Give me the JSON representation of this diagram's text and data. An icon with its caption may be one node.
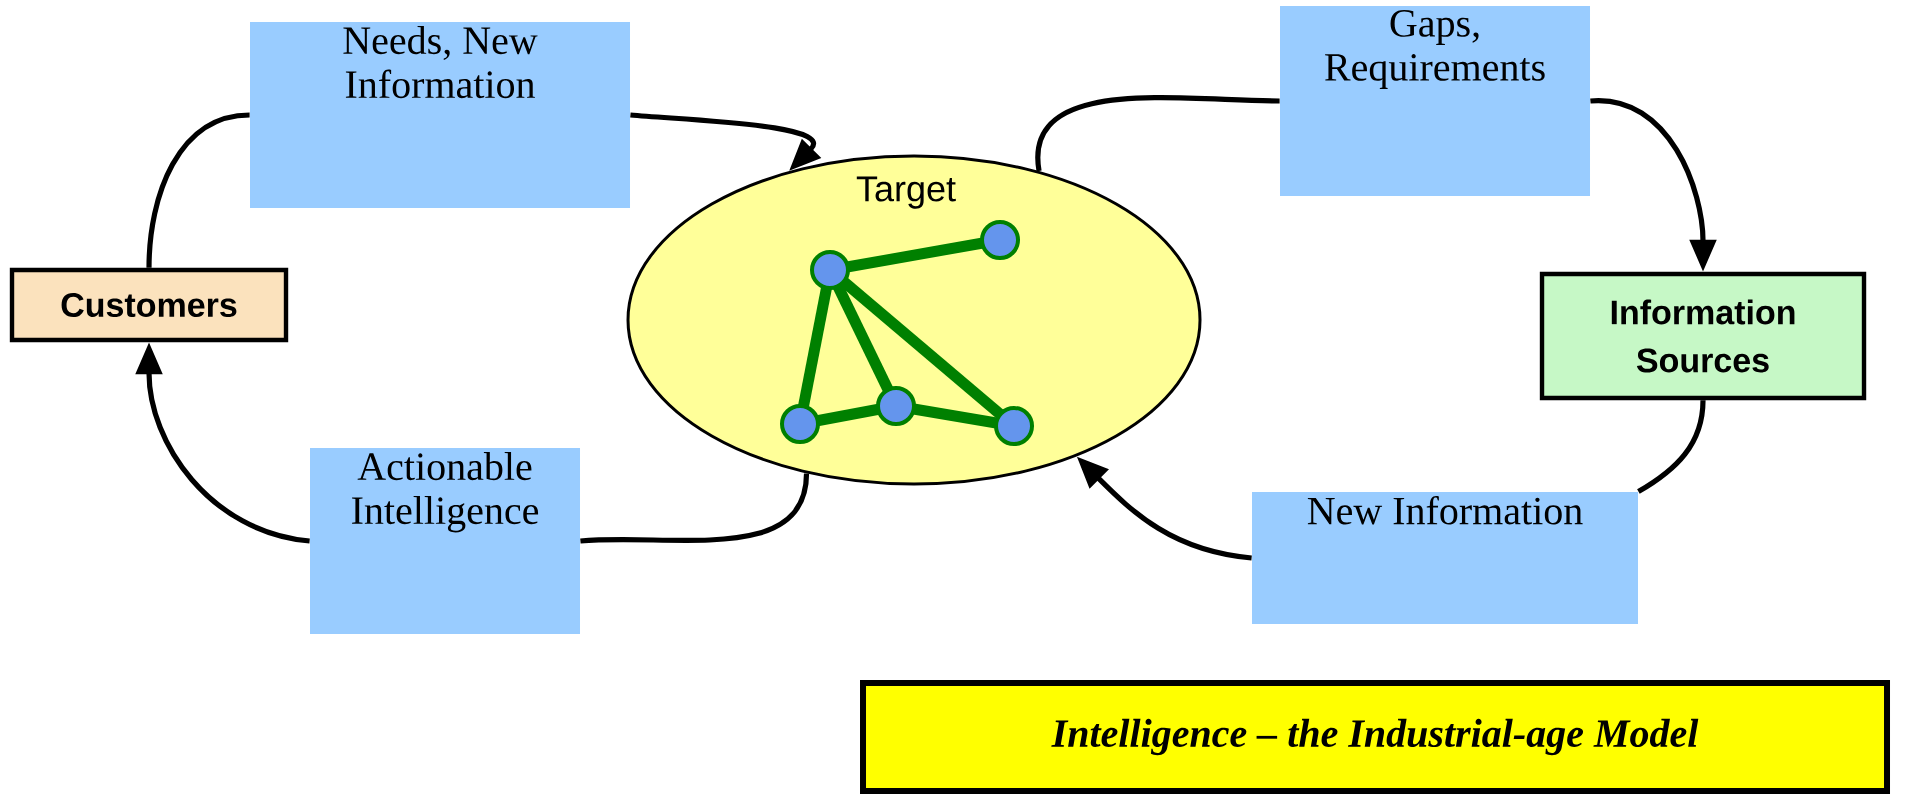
{
  "diagram": {
    "title": "Intelligence – the Industrial-age Model",
    "nodes": [
      {
        "text": [
          "Customers"
        ]
      },
      {
        "text": [
          "Needs, New Information"
        ]
      },
      {
        "text": [
          "Target"
        ]
      },
      {
        "text": [
          "Gaps, Requirements"
        ]
      },
      {
        "text": [
          "Information Sources"
        ]
      },
      {
        "text": [
          "New Information"
        ]
      },
      {
        "text": [
          "Actionable Intelligence"
        ]
      }
    ],
    "edges": [
      {
        "from": 0,
        "to": 1,
        "arrow": "none"
      },
      {
        "from": 1,
        "to": 2,
        "arrow": "to"
      },
      {
        "from": 2,
        "to": 3,
        "arrow": "none"
      },
      {
        "from": 3,
        "to": 4,
        "arrow": "to"
      },
      {
        "from": 4,
        "to": 5,
        "arrow": "none"
      },
      {
        "from": 5,
        "to": 2,
        "arrow": "to"
      },
      {
        "from": 2,
        "to": 6,
        "arrow": "none"
      },
      {
        "from": 6,
        "to": 0,
        "arrow": "to"
      }
    ]
  }
}
